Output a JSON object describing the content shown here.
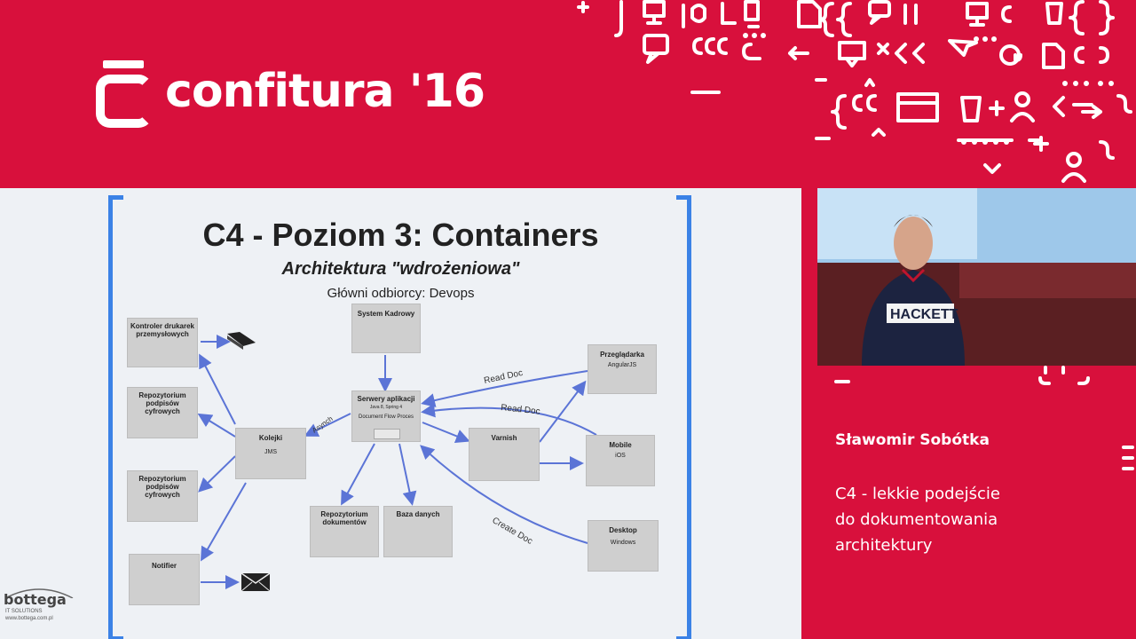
{
  "brand": {
    "logo_text": "confitura '16"
  },
  "slide": {
    "title": "C4 - Poziom 3: Containers",
    "subtitle": "Architektura \"wdrożeniowa\"",
    "audience": "Główni odbiorcy: Devops",
    "boxes": {
      "kontroler": {
        "title": "Kontroler drukarek przemysłowych"
      },
      "repo1": {
        "title": "Repozytorium podpisów cyfrowych"
      },
      "repo2": {
        "title": "Repozytorium podpisów cyfrowych"
      },
      "notifier": {
        "title": "Notifier"
      },
      "kolejki": {
        "title": "Kolejki",
        "sub": "JMS"
      },
      "system": {
        "title": "System Kadrowy"
      },
      "serwery": {
        "title": "Serwery aplikacji",
        "sub": "Java 8, Spring 4",
        "sub2": "Document Flow Proces"
      },
      "repodok": {
        "title": "Repozytorium dokumentów"
      },
      "baza": {
        "title": "Baza danych"
      },
      "varnish": {
        "title": "Varnish"
      },
      "przegladarka": {
        "title": "Przeglądarka",
        "sub": "AngularJS"
      },
      "mobile": {
        "title": "Mobile",
        "sub": "iOS"
      },
      "desktop": {
        "title": "Desktop",
        "sub": "Windows"
      }
    },
    "edge_labels": {
      "read_doc_1": "Read Doc",
      "read_doc_2": "Read Doc",
      "create_doc": "Create Doc",
      "asynch": "Asynch"
    }
  },
  "speaker": {
    "name": "Sławomir Sobótka"
  },
  "talk": {
    "line1": "C4 - lekkie podejście",
    "line2": "do dokumentowania",
    "line3": "architektury"
  },
  "watermark": {
    "name": "bottega",
    "tagline": "IT SOLUTIONS",
    "url": "www.bottega.com.pl"
  },
  "colors": {
    "brand_red": "#d8103c",
    "bracket_blue": "#3b82e6",
    "arrow_blue": "#5b74d6"
  }
}
